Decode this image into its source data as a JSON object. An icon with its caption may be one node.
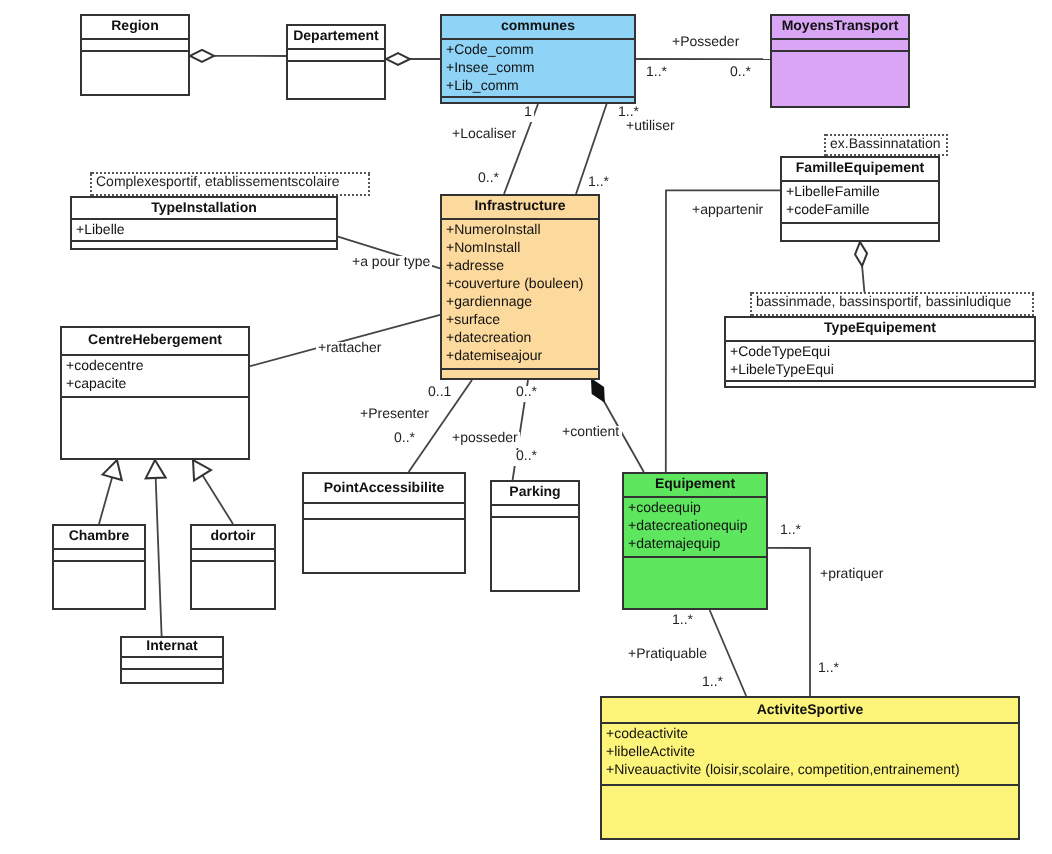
{
  "diagram": {
    "nodes": [
      {
        "text": [
          "Region"
        ]
      },
      {
        "text": [
          "Departement"
        ]
      },
      {
        "text": [
          "communes",
          "+Code_comm",
          "+Insee_comm",
          "+Lib_comm"
        ]
      },
      {
        "text": [
          "MoyensTransport"
        ]
      },
      {
        "text": [
          "TypeInstallation",
          "+Libelle"
        ],
        "beside": [
          "Complexesportif, etablissementscolaire"
        ]
      },
      {
        "text": [
          "Infrastructure",
          "+NumeroInstall",
          "+NomInstall",
          "+adresse",
          "+couverture (bouleen)",
          "+gardiennage",
          "+surface",
          "+datecreation",
          "+datemiseajour"
        ]
      },
      {
        "text": [
          "FamilleEquipement",
          "+LibelleFamille",
          "+codeFamille"
        ],
        "beside": [
          "ex.Bassinnatation"
        ]
      },
      {
        "text": [
          "TypeEquipement",
          "+CodeTypeEqui",
          "+LibeleTypeEqui"
        ],
        "beside": [
          "bassinmade, bassinsportif, bassinludique"
        ]
      },
      {
        "text": [
          "CentreHebergement",
          "+codecentre",
          "+capacite"
        ]
      },
      {
        "text": [
          "Chambre"
        ]
      },
      {
        "text": [
          "dortoir"
        ]
      },
      {
        "text": [
          "Internat"
        ]
      },
      {
        "text": [
          "PointAccessibilite"
        ]
      },
      {
        "text": [
          "Parking"
        ]
      },
      {
        "text": [
          "Equipement",
          "+codeequip",
          "+datecreationequip",
          "+datemajequip"
        ]
      },
      {
        "text": [
          "ActiviteSportive",
          "+codeactivite",
          "+libelleActivite",
          "+Niveauactivite (loisir,scolaire, competition,entrainement)"
        ]
      }
    ],
    "edges": [
      {
        "from": 1,
        "to": 0,
        "arrow": "other"
      },
      {
        "from": 2,
        "to": 1,
        "arrow": "other"
      },
      {
        "from": 2,
        "to": 3,
        "arrow": "none",
        "label": "+Posseder"
      },
      {
        "from": 2,
        "to": 5,
        "arrow": "none",
        "label": "+Localiser"
      },
      {
        "from": 2,
        "to": 5,
        "arrow": "none",
        "label": "+utiliser"
      },
      {
        "from": 4,
        "to": 5,
        "arrow": "none",
        "label": "+a pour type"
      },
      {
        "from": 8,
        "to": 5,
        "arrow": "none",
        "label": "+rattacher"
      },
      {
        "from": 5,
        "to": 12,
        "arrow": "none",
        "label": "+Presenter"
      },
      {
        "from": 5,
        "to": 13,
        "arrow": "none",
        "label": "+posseder"
      },
      {
        "from": 14,
        "to": 5,
        "arrow": "other",
        "label": "+contient"
      },
      {
        "from": 6,
        "to": 14,
        "arrow": "none",
        "label": "+appartenir"
      },
      {
        "from": 7,
        "to": 6,
        "arrow": "other"
      },
      {
        "from": 9,
        "to": 8,
        "arrow": "to"
      },
      {
        "from": 10,
        "to": 8,
        "arrow": "to"
      },
      {
        "from": 11,
        "to": 8,
        "arrow": "to"
      },
      {
        "from": 14,
        "to": 15,
        "arrow": "none",
        "label": "+pratiquer"
      },
      {
        "from": 14,
        "to": 15,
        "arrow": "none",
        "label": "+Pratiquable"
      }
    ],
    "labels": [
      "1..*",
      "0..*",
      "1",
      "1..*",
      "0..*",
      "1..*",
      "0..1",
      "0..*",
      "0..*",
      "0..*",
      "1..*",
      "1..*",
      "1..*",
      "1..*"
    ]
  }
}
